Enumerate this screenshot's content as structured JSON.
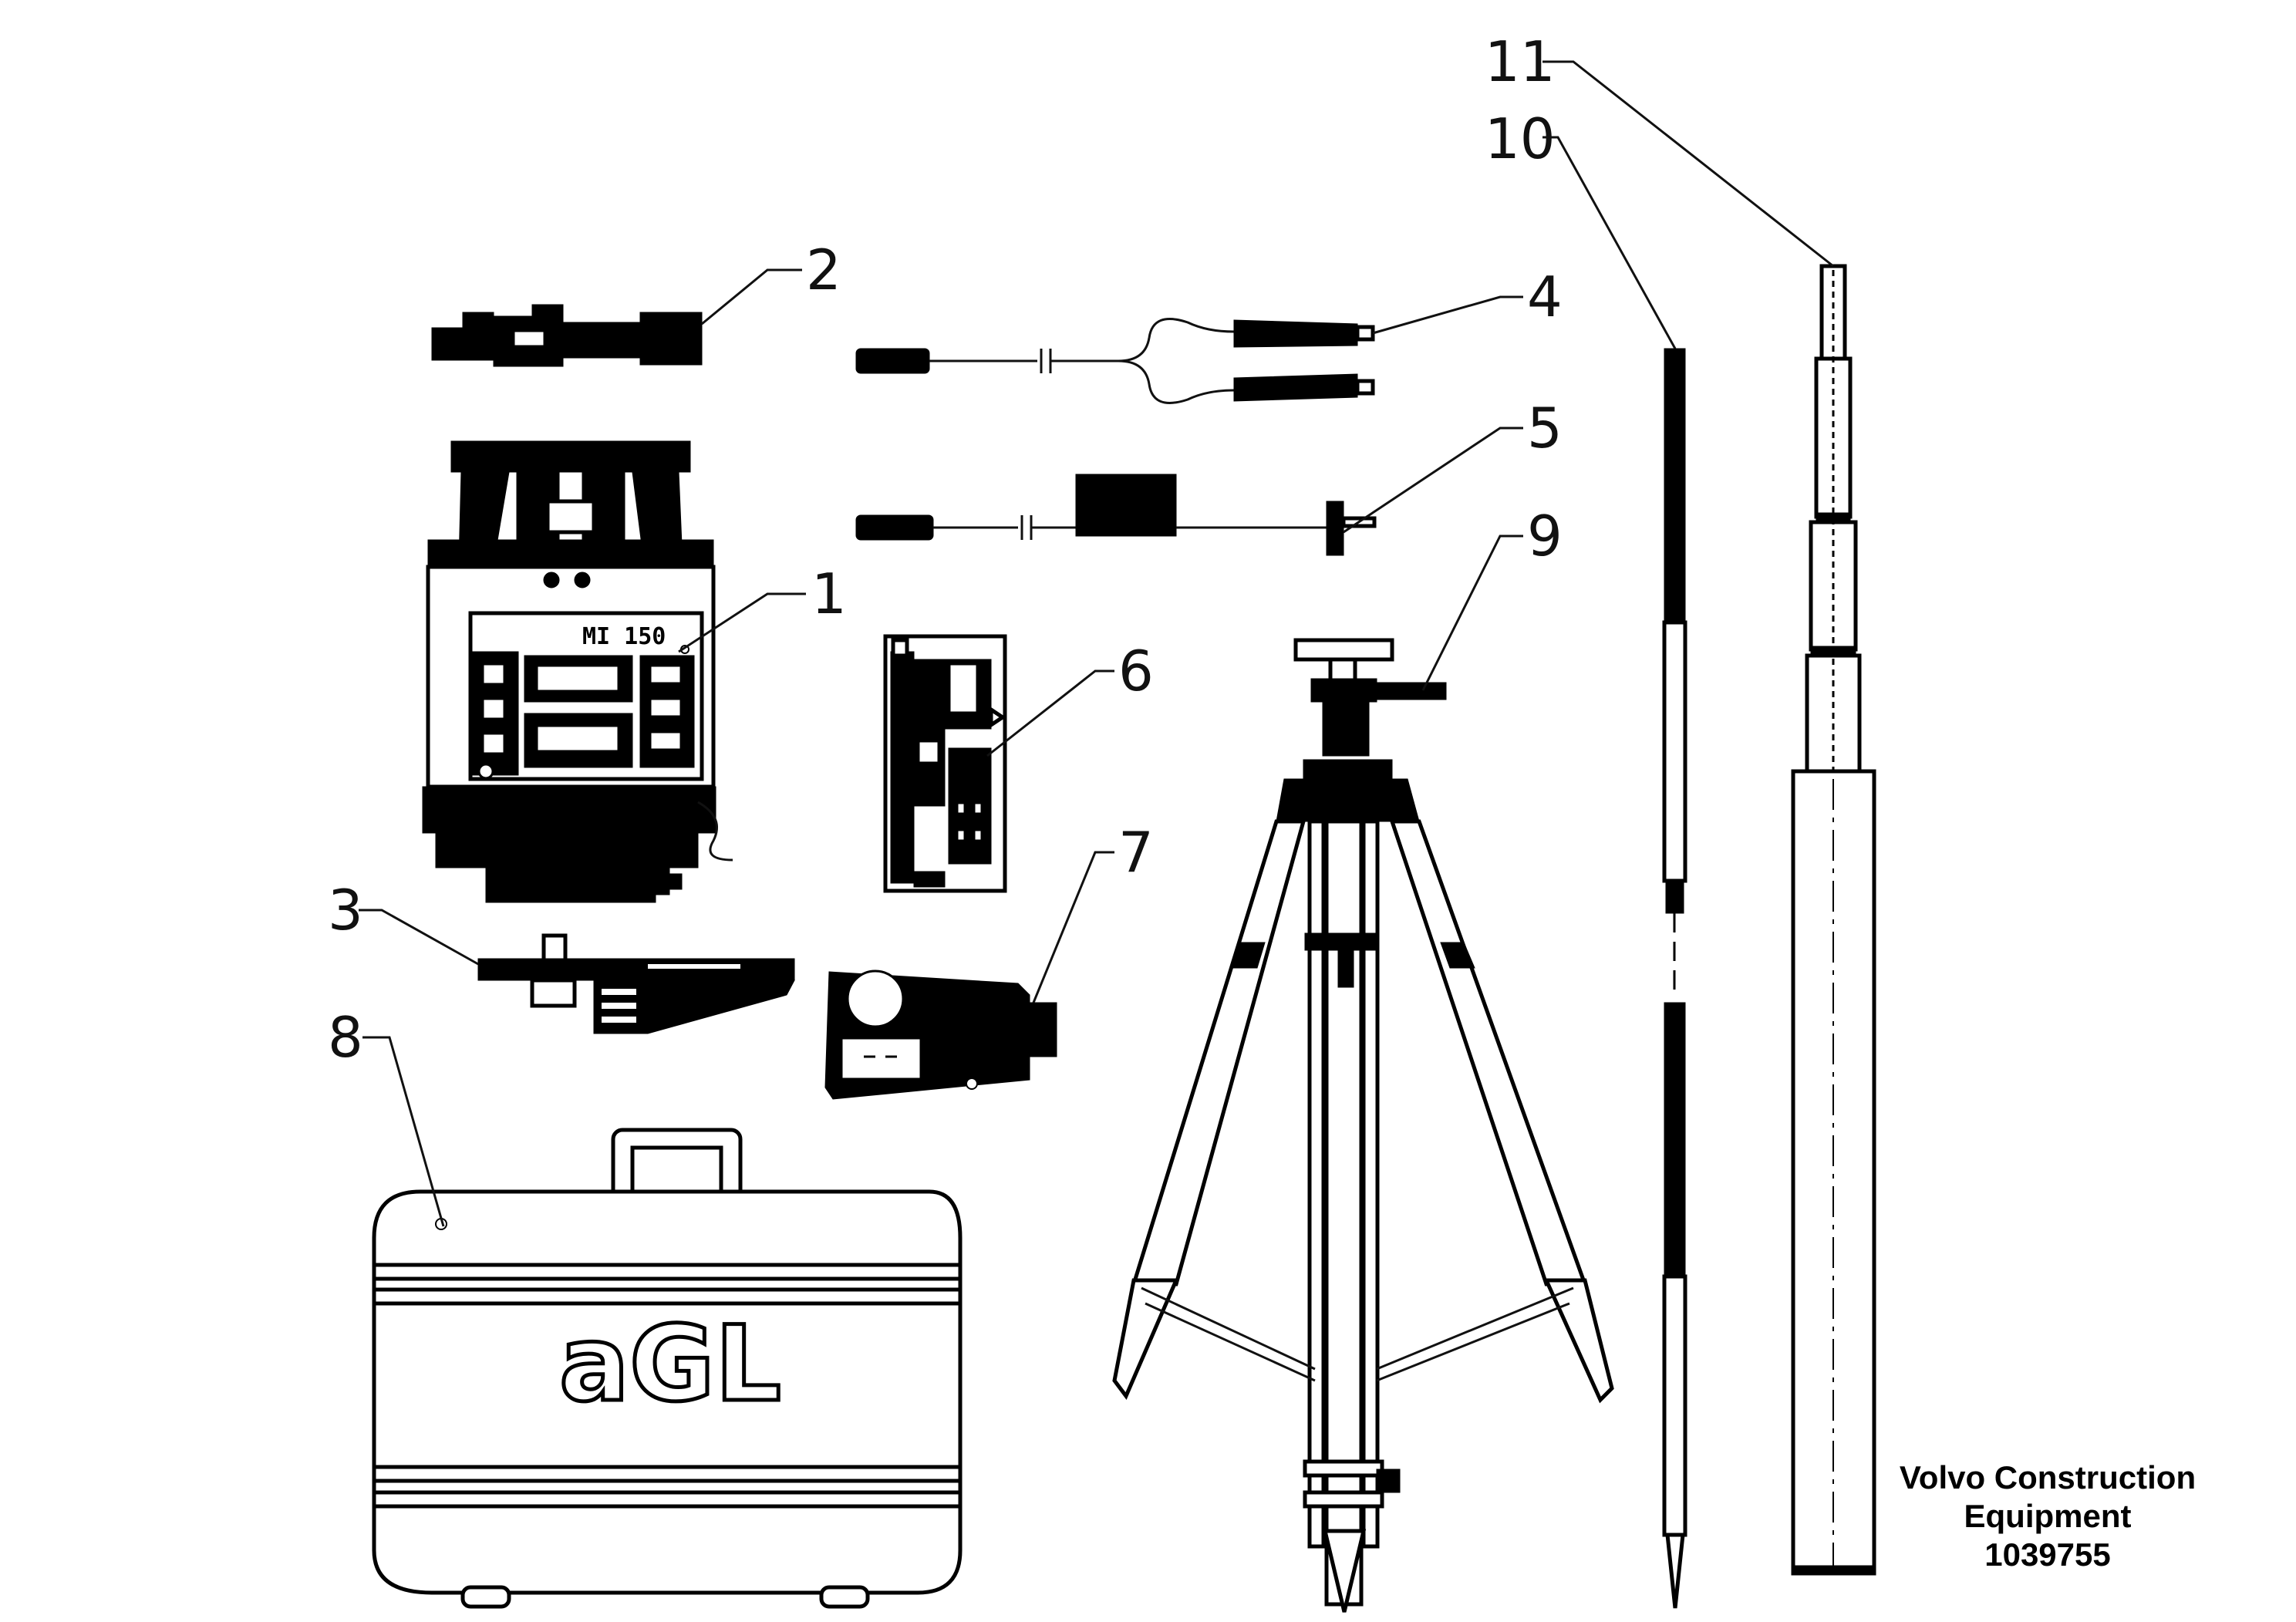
{
  "diagram": {
    "callouts": [
      "1",
      "2",
      "3",
      "4",
      "5",
      "6",
      "7",
      "8",
      "9",
      "10",
      "11"
    ],
    "panel_text": "MI 150",
    "case_logo": "aGL",
    "footer": {
      "line1": "Volvo Construction",
      "line2": "Equipment",
      "code": "1039755"
    }
  }
}
